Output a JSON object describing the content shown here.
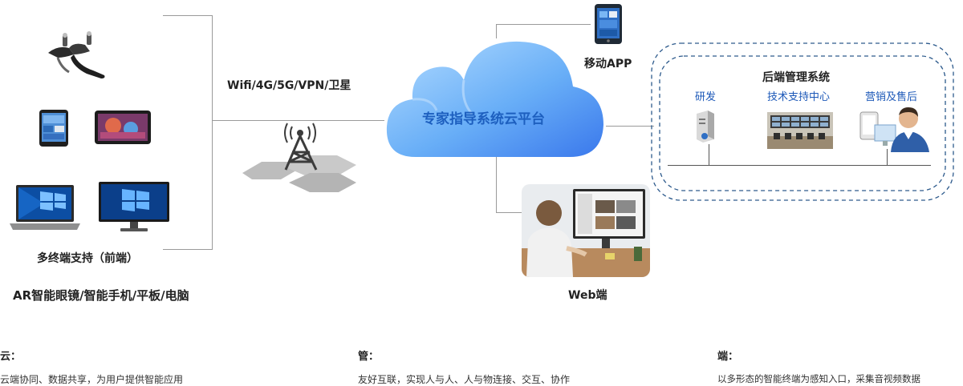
{
  "center": {
    "cloud_label": "专家指导系统云平台"
  },
  "network": {
    "link_label": "Wifi/4G/5G/VPN/卫星"
  },
  "terminals": {
    "caption": "多终端支持（前端）",
    "devices_label": "AR智能眼镜/智能手机/平板/电脑"
  },
  "mobile": {
    "label": "移动APP"
  },
  "web": {
    "label": "Web端"
  },
  "backend": {
    "title": "后端管理系统",
    "items": [
      {
        "label": "研发"
      },
      {
        "label": "技术支持中心"
      },
      {
        "label": "营销及售后"
      }
    ]
  },
  "features": [
    {
      "title": "云：",
      "text": "云端协同、数据共享，为用户提供智能应用"
    },
    {
      "title": "管：",
      "text": "友好互联，实现人与人、人与物连接、交互、协作"
    },
    {
      "title": "端：",
      "text": "以多形态的智能终端为感知入口，采集音视频数据"
    }
  ],
  "colors": {
    "cloud_light": "#a9d4ff",
    "cloud_dark": "#3f7ff0",
    "accent_blue": "#1c58b8",
    "dashed_border": "#2d5a8c",
    "connector": "#9a9a9a"
  }
}
